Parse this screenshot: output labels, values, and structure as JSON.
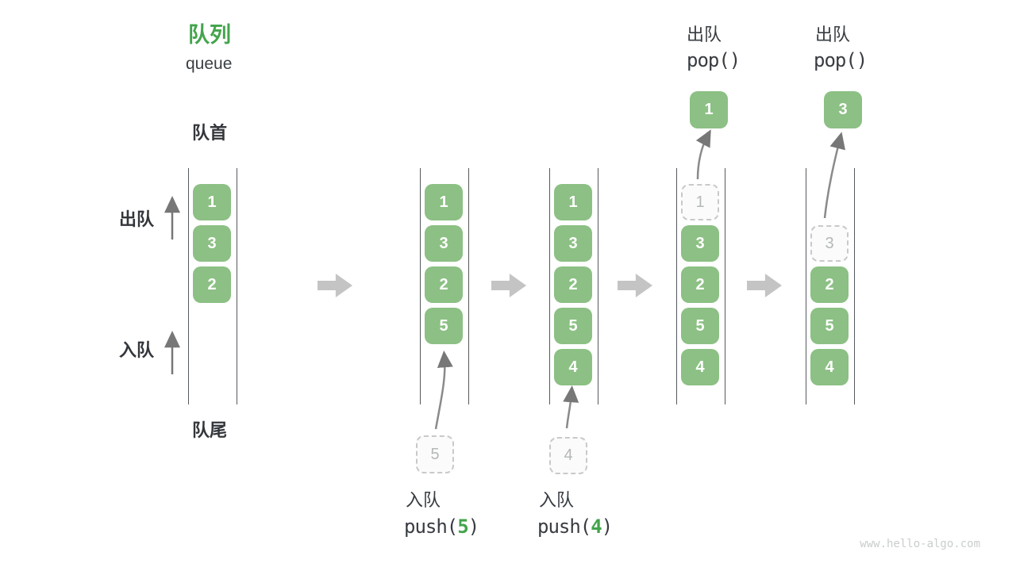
{
  "header": {
    "title_zh": "队列",
    "title_en": "queue"
  },
  "labels": {
    "front": "队首",
    "rear": "队尾",
    "dequeue_side": "出队",
    "enqueue_side": "入队"
  },
  "columns": {
    "c1": {
      "cells": [
        "1",
        "3",
        "2"
      ]
    },
    "c2": {
      "cells": [
        "1",
        "3",
        "2",
        "5"
      ],
      "ghost": "5"
    },
    "c3": {
      "cells": [
        "1",
        "3",
        "2",
        "5",
        "4"
      ],
      "ghost": "4"
    },
    "c4": {
      "cells": [
        "3",
        "2",
        "5",
        "4"
      ],
      "ghost": "1",
      "popped": "1"
    },
    "c5": {
      "cells": [
        "2",
        "5",
        "4"
      ],
      "ghost": "3",
      "popped": "3"
    }
  },
  "ops": {
    "push5": {
      "label": "入队",
      "fn": "push(",
      "arg": "5",
      "close": ")"
    },
    "push4": {
      "label": "入队",
      "fn": "push(",
      "arg": "4",
      "close": ")"
    },
    "pop1": {
      "label": "出队",
      "code": "pop()"
    },
    "pop3": {
      "label": "出队",
      "code": "pop()"
    }
  },
  "watermark": "www.hello-algo.com",
  "colors": {
    "box_green": "#8CC084",
    "accent_green": "#43A44C",
    "text_dark": "#383C41",
    "rail_gray": "#55595E",
    "block_arrow_gray": "#C4C4C4",
    "thin_arrow_gray": "#777777",
    "ghost_border_gray": "#C9C9C9",
    "ghost_text_gray": "#B5B8B8",
    "watermark_gray": "#C9CDCD"
  }
}
